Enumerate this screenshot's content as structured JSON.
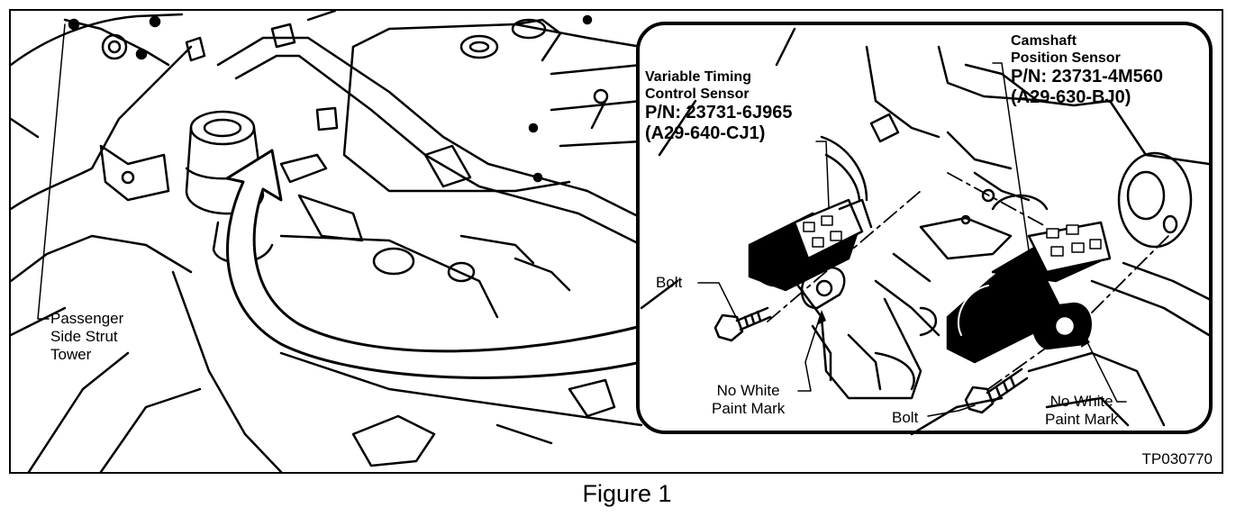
{
  "labels": {
    "strut_tower": [
      "Passenger",
      "Side Strut",
      "Tower"
    ],
    "vtc_sensor": {
      "name_lines": [
        "Variable Timing",
        "Control Sensor"
      ],
      "part_number": "P/N: 23731-6J965",
      "alt_number": "(A29-640-CJ1)"
    },
    "cam_sensor": {
      "name_lines": [
        "Camshaft",
        "Position Sensor"
      ],
      "part_number": "P/N: 23731-4M560",
      "alt_number": "(A29-630-BJ0)"
    },
    "bolt_left": "Bolt",
    "bolt_right": "Bolt",
    "no_paint_left": [
      "No White",
      "Paint Mark"
    ],
    "no_paint_right": [
      "No White",
      "Paint Mark"
    ]
  },
  "reference_code": "TP030770",
  "caption": "Figure 1"
}
